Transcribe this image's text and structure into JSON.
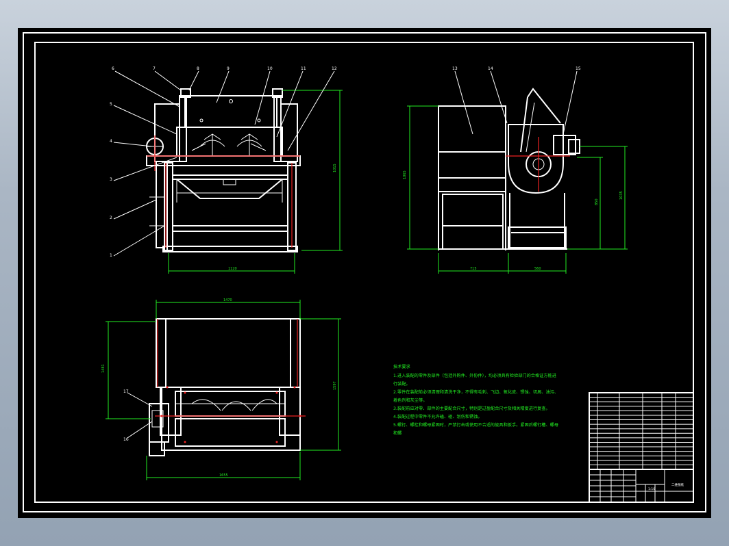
{
  "drawing": {
    "dimensions": {
      "front_width": "1120",
      "front_height": "1015",
      "side_width_left": "715",
      "side_width_right": "560",
      "side_height": "1065",
      "side_height_motor": "850",
      "side_height_motor2": "1035",
      "top_width_top": "1470",
      "top_width_bottom": "1655",
      "top_height_left": "1481",
      "top_height_right": "1597"
    },
    "leaders_front": [
      "6",
      "7",
      "8",
      "9",
      "10",
      "11",
      "12",
      "5",
      "4",
      "3",
      "2",
      "1"
    ],
    "leaders_side": [
      "13",
      "14",
      "15"
    ],
    "leaders_top": [
      "17",
      "16"
    ],
    "notes": {
      "title": "技术要求",
      "lines": [
        "1.进入装配的零件及部件（包括外购件、外协件），均必须具有检验部门的合格证方能进",
        "行装配。",
        "2.零件在装配前必须清理和清洗干净，不得有毛刺、飞边、氧化皮、锈蚀、切屑、油污、",
        "着色剂和灰尘等。",
        "3.装配前应对零、部件的主要配合尺寸，特别是过盈配合尺寸及相关精度进行复查。",
        "4.装配过程中零件不允许磕、碰、划伤和锈蚀。",
        "5.螺钉、螺栓和螺母紧固时，严禁打击或使用不合适的旋具和扳手。紧固后螺钉槽、螺母",
        "和螺"
      ]
    },
    "title_block": {
      "drawing_name": "二维图纸",
      "scale": "1:10",
      "bom_rows": 17
    }
  }
}
